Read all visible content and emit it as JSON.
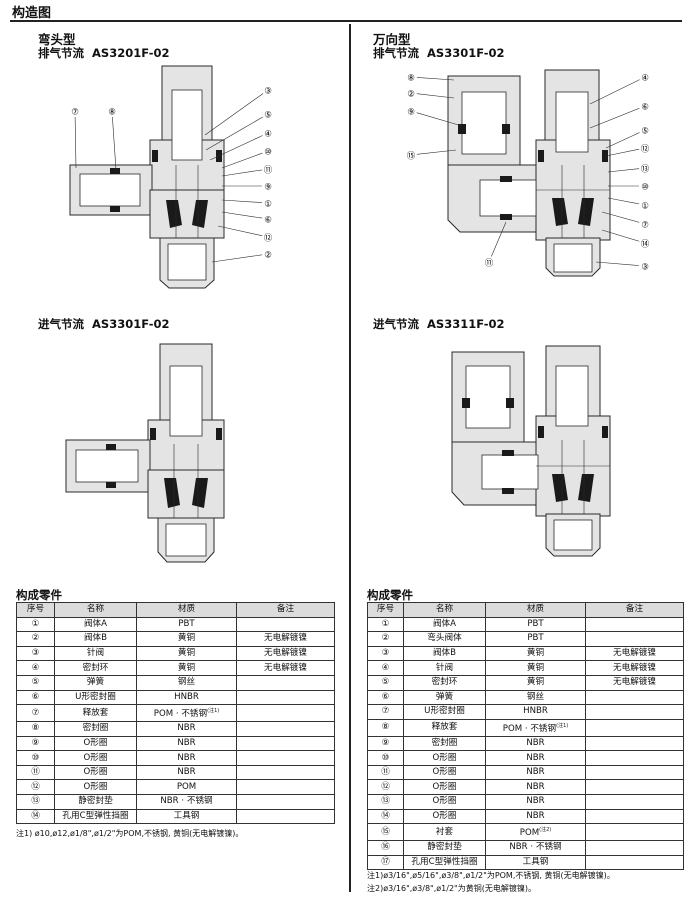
{
  "page_title": "构造图",
  "left": {
    "elbow_title": "弯头型",
    "exhaust_label": "排气节流",
    "exhaust_model": "AS3201F-02",
    "meter_in_label": "进气节流",
    "meter_in_model": "AS3301F-02",
    "parts_title": "构成零件",
    "headers": [
      "序号",
      "名称",
      "材质",
      "备注"
    ],
    "rows": [
      [
        "①",
        "阀体A",
        "PBT",
        ""
      ],
      [
        "②",
        "阀体B",
        "黄铜",
        "无电解镀镍"
      ],
      [
        "③",
        "针阀",
        "黄铜",
        "无电解镀镍"
      ],
      [
        "④",
        "密封环",
        "黄铜",
        "无电解镀镍"
      ],
      [
        "⑤",
        "弹簧",
        "钢丝",
        ""
      ],
      [
        "⑥",
        "U形密封圈",
        "HNBR",
        ""
      ],
      [
        "⑦",
        "释放套",
        "POM · 不锈钢",
        ""
      ],
      [
        "⑧",
        "密封圈",
        "NBR",
        ""
      ],
      [
        "⑨",
        "O形圈",
        "NBR",
        ""
      ],
      [
        "⑩",
        "O形圈",
        "NBR",
        ""
      ],
      [
        "⑪",
        "O形圈",
        "NBR",
        ""
      ],
      [
        "⑫",
        "O形圈",
        "POM",
        ""
      ],
      [
        "⑬",
        "静密封垫",
        "NBR · 不锈钢",
        ""
      ],
      [
        "⑭",
        "孔用C型弹性挡圈",
        "工具钢",
        ""
      ]
    ],
    "row7_sup": "(注1)",
    "note": "注1) ø10,ø12,ø1/8\",ø1/2\"为POM,不锈钢, 黄铜(无电解镀镍)。"
  },
  "right": {
    "universal_title": "万向型",
    "exhaust_label": "排气节流",
    "exhaust_model": "AS3301F-02",
    "meter_in_label": "进气节流",
    "meter_in_model": "AS3311F-02",
    "parts_title": "构成零件",
    "headers": [
      "序号",
      "名称",
      "材质",
      "备注"
    ],
    "rows": [
      [
        "①",
        "阀体A",
        "PBT",
        ""
      ],
      [
        "②",
        "弯头阀体",
        "PBT",
        ""
      ],
      [
        "③",
        "阀体B",
        "黄铜",
        "无电解镀镍"
      ],
      [
        "④",
        "针阀",
        "黄铜",
        "无电解镀镍"
      ],
      [
        "⑤",
        "密封环",
        "黄铜",
        "无电解镀镍"
      ],
      [
        "⑥",
        "弹簧",
        "钢丝",
        ""
      ],
      [
        "⑦",
        "U形密封圈",
        "HNBR",
        ""
      ],
      [
        "⑧",
        "释放套",
        "POM · 不锈钢",
        ""
      ],
      [
        "⑨",
        "密封圈",
        "NBR",
        ""
      ],
      [
        "⑩",
        "O形圈",
        "NBR",
        ""
      ],
      [
        "⑪",
        "O形圈",
        "NBR",
        ""
      ],
      [
        "⑫",
        "O形圈",
        "NBR",
        ""
      ],
      [
        "⑬",
        "O形圈",
        "NBR",
        ""
      ],
      [
        "⑭",
        "O形圈",
        "NBR",
        ""
      ],
      [
        "⑮",
        "衬套",
        "POM",
        ""
      ],
      [
        "⑯",
        "静密封垫",
        "NBR · 不锈钢",
        ""
      ],
      [
        "⑰",
        "孔用C型弹性挡圈",
        "工具钢",
        ""
      ]
    ],
    "row8_sup": "(注1)",
    "row15_sup": "(注2)",
    "note1": "注1)ø3/16\",ø5/16\",ø3/8\",ø1/2\"为POM,不锈钢, 黄铜(无电解镀镍)。",
    "note2": "注2)ø3/16\",ø3/8\",ø1/2\"为黄铜(无电解镀镍)。"
  },
  "callouts": {
    "d1": [
      "③",
      "⑤",
      "④",
      "⑩",
      "⑪",
      "⑨",
      "①",
      "⑥",
      "⑫",
      "②",
      "⑦",
      "⑧"
    ],
    "d3": [
      "⑧",
      "②",
      "⑨",
      "⑮",
      "⑪",
      "④",
      "⑥",
      "⑤",
      "⑫",
      "⑬",
      "⑩",
      "①",
      "⑦",
      "⑭",
      "③"
    ]
  },
  "colors": {
    "body": "#e4e4e4",
    "line": "#2a2a2a",
    "header_bg": "#dcdcdc",
    "seal": "#1a1a1a"
  }
}
